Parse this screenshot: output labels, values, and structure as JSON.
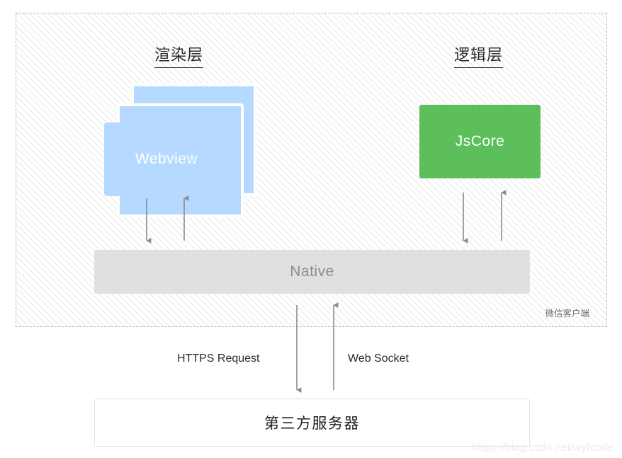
{
  "diagram": {
    "client_container": {
      "corner_label": "微信客户端"
    },
    "sections": [
      {
        "id": "render",
        "title": "渲染层"
      },
      {
        "id": "logic",
        "title": "逻辑层"
      }
    ],
    "nodes": {
      "webview": {
        "label": "Webview",
        "color": "#b6daff",
        "stack_count": 3
      },
      "jscore": {
        "label": "JsCore",
        "color": "#5cbf5c"
      },
      "native": {
        "label": "Native",
        "color": "#e0e0e0"
      },
      "server": {
        "label": "第三方服务器",
        "color": "#ffffff"
      }
    },
    "connections": [
      {
        "id": "webview-down",
        "from": "webview",
        "to": "native",
        "direction": "down",
        "label": ""
      },
      {
        "id": "webview-up",
        "from": "native",
        "to": "webview",
        "direction": "up",
        "label": ""
      },
      {
        "id": "jscore-down",
        "from": "jscore",
        "to": "native",
        "direction": "down",
        "label": ""
      },
      {
        "id": "jscore-up",
        "from": "native",
        "to": "jscore",
        "direction": "up",
        "label": ""
      },
      {
        "id": "https",
        "from": "native",
        "to": "server",
        "direction": "down",
        "label": "HTTPS Request"
      },
      {
        "id": "websocket",
        "from": "server",
        "to": "native",
        "direction": "up",
        "label": "Web Socket"
      }
    ],
    "arrow_color": "#8a8a8a",
    "border_color": "#b9b9b9",
    "watermark": "https://blog.csdn.net/wyfcode"
  }
}
